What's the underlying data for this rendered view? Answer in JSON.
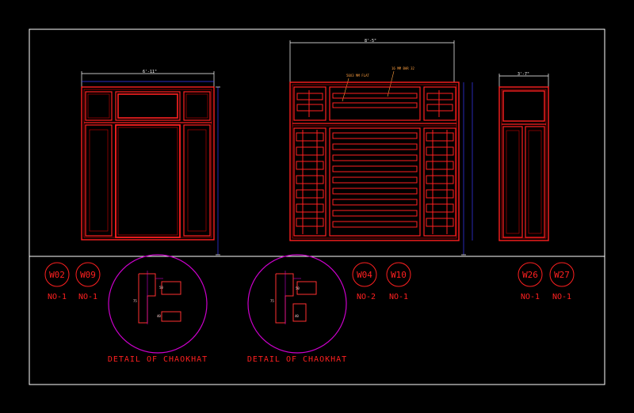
{
  "drawing": {
    "colors": {
      "background": "#000000",
      "border": "#ffffff",
      "frame": "#ff2020",
      "frame_dark": "#b00000",
      "dimension": "#ffffff",
      "blue_dim": "#3a3aff",
      "detail_circle": "#cc00cc",
      "note": "#ffa040"
    },
    "elevations": {
      "left": {
        "width_dim": "6'-11\""
      },
      "center": {
        "width_dim": "8'-5\"",
        "note_1": "50X3 MM FLAT",
        "note_2": "16 MM BAR 32"
      },
      "right": {
        "width_dim": "3'-7\""
      }
    },
    "tags": [
      {
        "code": "W02",
        "qty": "NO-1"
      },
      {
        "code": "W09",
        "qty": "NO-1"
      },
      {
        "code": "W04",
        "qty": "NO-2"
      },
      {
        "code": "W10",
        "qty": "NO-1"
      },
      {
        "code": "W26",
        "qty": "NO-1"
      },
      {
        "code": "W27",
        "qty": "NO-1"
      }
    ],
    "details": [
      {
        "caption": "DETAIL OF CHAOKHAT"
      },
      {
        "caption": "DETAIL OF CHAOKHAT"
      }
    ]
  }
}
